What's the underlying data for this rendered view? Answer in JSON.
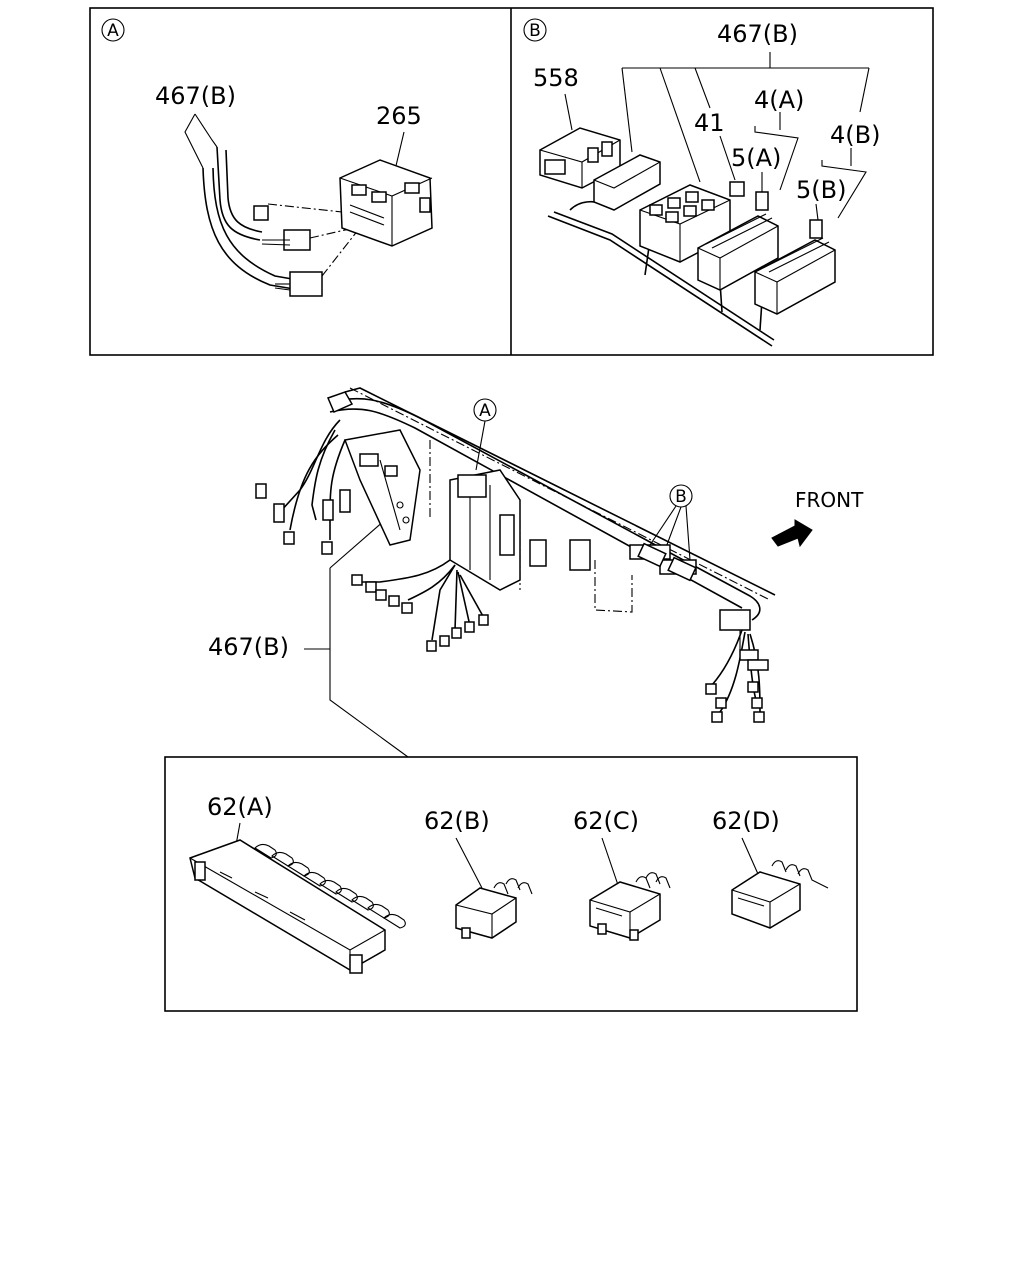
{
  "panel_a": {
    "marker": "A",
    "labels": {
      "harness": "467(B)",
      "part": "265"
    }
  },
  "panel_b": {
    "marker": "B",
    "labels": {
      "harness": "467(B)",
      "p558": "558",
      "p41": "41",
      "p4a": "4(A)",
      "p5a": "5(A)",
      "p4b": "4(B)",
      "p5b": "5(B)"
    }
  },
  "main": {
    "marker_a": "A",
    "marker_b": "B",
    "front": "FRONT",
    "harness": "467(B)"
  },
  "relays": {
    "r62a": "62(A)",
    "r62b": "62(B)",
    "r62c": "62(C)",
    "r62d": "62(D)"
  }
}
